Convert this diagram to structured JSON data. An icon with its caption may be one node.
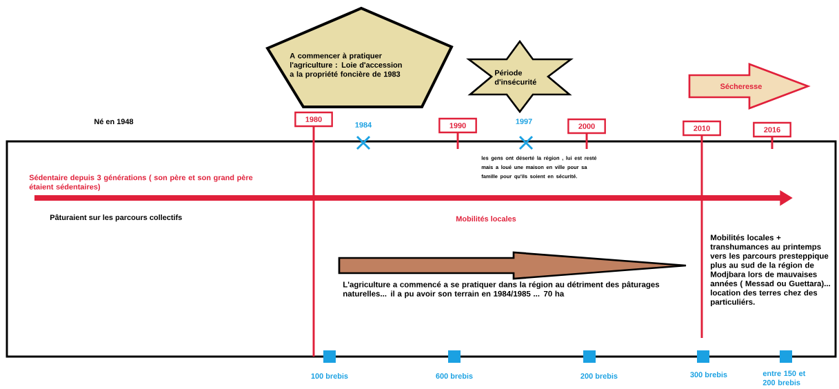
{
  "diagram": {
    "nodes": [
      {
        "text": [
          "A commencer à pratiquer l'agriculture : Loie d'accession a la propriété foncière de 1983"
        ]
      },
      {
        "text": [
          "Période d'insécurité"
        ]
      },
      {
        "text": [
          "Sécheresse"
        ]
      },
      {
        "text": [
          "1980"
        ]
      },
      {
        "text": [
          "1990"
        ]
      },
      {
        "text": [
          "2000"
        ]
      },
      {
        "text": [
          "2010"
        ]
      },
      {
        "text": [
          "2016"
        ]
      }
    ],
    "labels": [
      "Né en 1948",
      "1984",
      "1997",
      "les gens ont déserté la région , lui est resté mais a loué une maison en ville pour sa famille pour qu'ils soient en sécurité.",
      "Sédentaire depuis 3 générations ( son père et son grand père étaient sédentaires)",
      "Pâturaient sur les parcours collectifs",
      "Mobilités locales",
      "Mobilités locales + transhumances au printemps vers les parcours presteppique plus au sud de la région de Modjbara lors de mauvaises années ( Messad ou Guettara)... location des terres chez des particuliérs.",
      "L'agriculture a commencé a se pratiquer dans la région au détriment des pâturages naturelles... il a pu avoir son terrain en 1984/1985 ... 70 ha",
      "100 brebis",
      "600 brebis",
      "200 brebis",
      "300 brebis",
      "entre 150 et 200 brebis"
    ]
  }
}
